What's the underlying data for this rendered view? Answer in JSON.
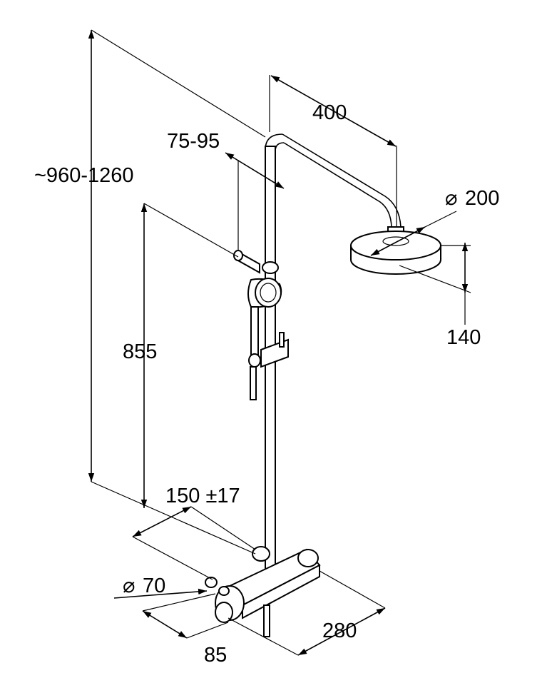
{
  "dimensions": {
    "total_height": "~960-1260",
    "arm_length": "400",
    "holder_adjust": "75-95",
    "head_diameter": "200",
    "head_height": "140",
    "holder_height": "855",
    "inlet_spacing": "150 ±17",
    "handle_diameter": "70",
    "mixer_length": "280",
    "mixer_depth": "85"
  },
  "symbols": {
    "diameter": "⌀"
  }
}
